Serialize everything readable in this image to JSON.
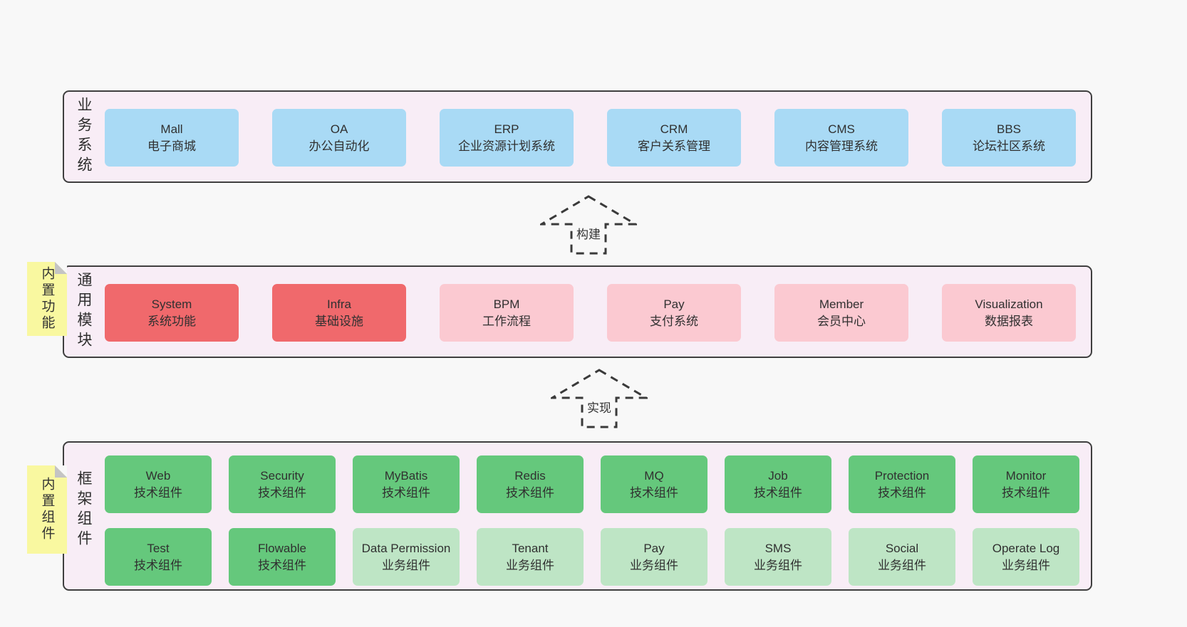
{
  "colors": {
    "page_bg": "#f8f8f8",
    "band_bg": "#f8edf6",
    "band_border": "#3f3f3f",
    "blue": "#a9daf5",
    "red": "#f0696c",
    "pink": "#fbc9d1",
    "green": "#65c87c",
    "lightgreen": "#bee5c5",
    "note_yellow": "#f9f8a0",
    "note_fold_gray": "#c4c4c4",
    "text": "#303030"
  },
  "sections": {
    "business": {
      "label": "业务系统",
      "items": [
        {
          "en": "Mall",
          "zh": "电子商城",
          "variant": "blue"
        },
        {
          "en": "OA",
          "zh": "办公自动化",
          "variant": "blue"
        },
        {
          "en": "ERP",
          "zh": "企业资源计划系统",
          "variant": "blue"
        },
        {
          "en": "CRM",
          "zh": "客户关系管理",
          "variant": "blue"
        },
        {
          "en": "CMS",
          "zh": "内容管理系统",
          "variant": "blue"
        },
        {
          "en": "BBS",
          "zh": "论坛社区系统",
          "variant": "blue"
        }
      ]
    },
    "modules": {
      "label": "通用模块",
      "note": "内置功能",
      "items": [
        {
          "en": "System",
          "zh": "系统功能",
          "variant": "red"
        },
        {
          "en": "Infra",
          "zh": "基础设施",
          "variant": "red"
        },
        {
          "en": "BPM",
          "zh": "工作流程",
          "variant": "pink"
        },
        {
          "en": "Pay",
          "zh": "支付系统",
          "variant": "pink"
        },
        {
          "en": "Member",
          "zh": "会员中心",
          "variant": "pink"
        },
        {
          "en": "Visualization",
          "zh": "数据报表",
          "variant": "pink"
        }
      ]
    },
    "components": {
      "label": "框架组件",
      "note": "内置组件",
      "rows": [
        [
          {
            "en": "Web",
            "zh": "技术组件",
            "variant": "green"
          },
          {
            "en": "Security",
            "zh": "技术组件",
            "variant": "green"
          },
          {
            "en": "MyBatis",
            "zh": "技术组件",
            "variant": "green"
          },
          {
            "en": "Redis",
            "zh": "技术组件",
            "variant": "green"
          },
          {
            "en": "MQ",
            "zh": "技术组件",
            "variant": "green"
          },
          {
            "en": "Job",
            "zh": "技术组件",
            "variant": "green"
          },
          {
            "en": "Protection",
            "zh": "技术组件",
            "variant": "green"
          },
          {
            "en": "Monitor",
            "zh": "技术组件",
            "variant": "green"
          }
        ],
        [
          {
            "en": "Test",
            "zh": "技术组件",
            "variant": "green"
          },
          {
            "en": "Flowable",
            "zh": "技术组件",
            "variant": "green"
          },
          {
            "en": "Data Permission",
            "zh": "业务组件",
            "variant": "lightgreen"
          },
          {
            "en": "Tenant",
            "zh": "业务组件",
            "variant": "lightgreen"
          },
          {
            "en": "Pay",
            "zh": "业务组件",
            "variant": "lightgreen"
          },
          {
            "en": "SMS",
            "zh": "业务组件",
            "variant": "lightgreen"
          },
          {
            "en": "Social",
            "zh": "业务组件",
            "variant": "lightgreen"
          },
          {
            "en": "Operate Log",
            "zh": "业务组件",
            "variant": "lightgreen"
          }
        ]
      ]
    }
  },
  "arrows": [
    {
      "label": "构建"
    },
    {
      "label": "实现"
    }
  ]
}
